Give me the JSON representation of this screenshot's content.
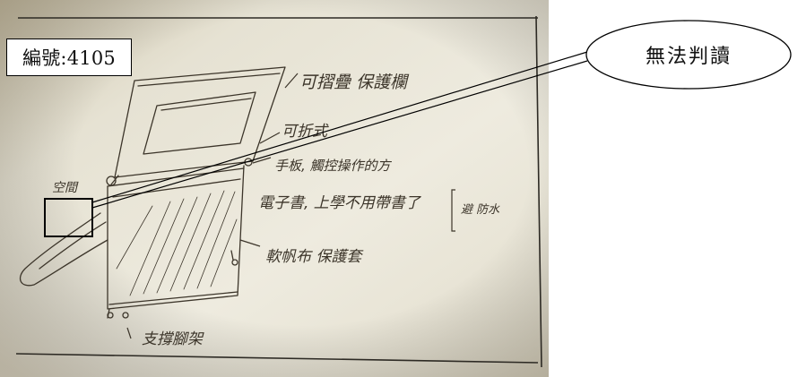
{
  "figure": {
    "id_label": "編號:4105",
    "callout_text": "無法判讀",
    "sketch_annotations": {
      "a1": "可摺疊 保護欄",
      "a2": "可折式",
      "a3": "手板, 觸控操作的方",
      "a4": "電子書, 上學不用帶書了",
      "a5": "避 防水",
      "a6": "軟帆布 保護套",
      "a7": "支撐腳架",
      "a8": "空間"
    },
    "colors": {
      "paper": "#e9e6d8",
      "paper_shadow": "#b9b09a",
      "pencil": "#3c352a",
      "ink": "#000000"
    }
  }
}
